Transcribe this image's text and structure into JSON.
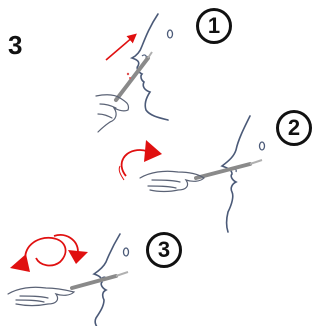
{
  "figure_label": "3",
  "steps": [
    {
      "number": "1"
    },
    {
      "number": "2"
    },
    {
      "number": "3"
    }
  ],
  "colors": {
    "arrow": "#e01010",
    "swab": "#8a8a8a",
    "outline": "#4b5a78",
    "badge": "#111111"
  },
  "icons": [
    "face-profile-icon",
    "hand-icon",
    "swab-icon",
    "arrow-icon",
    "rotation-arrow-icon"
  ]
}
